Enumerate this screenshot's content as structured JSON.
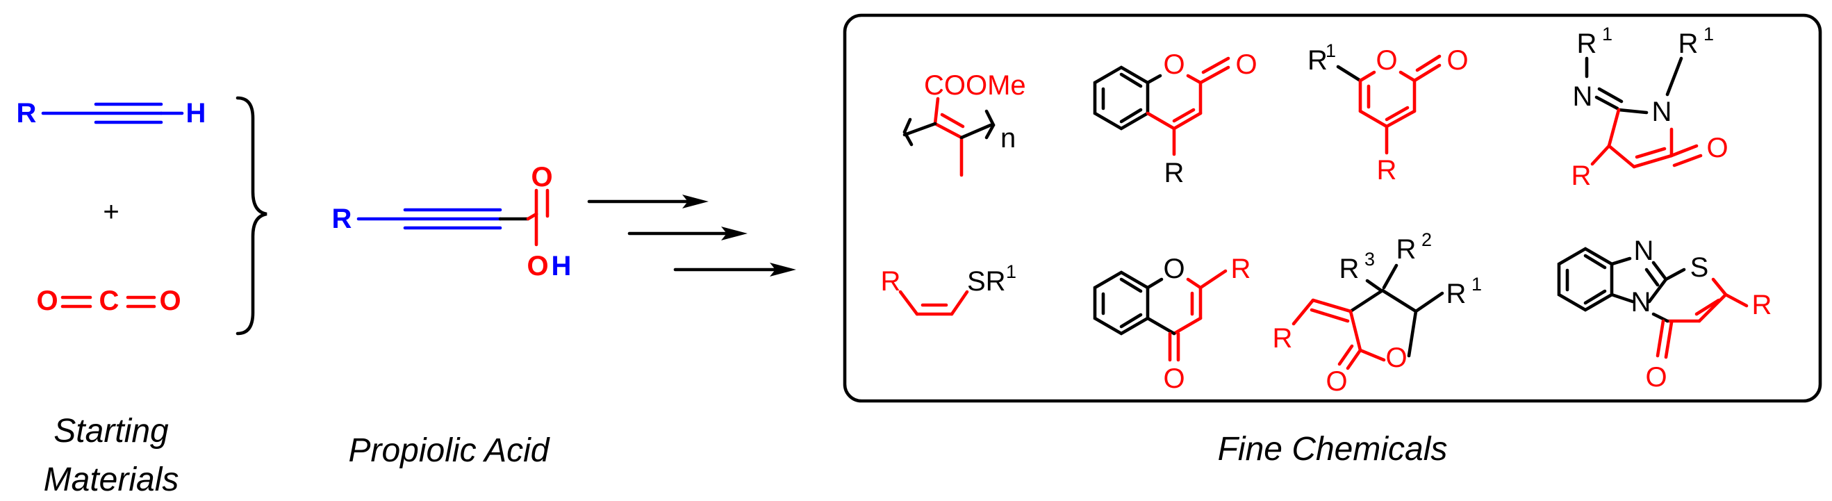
{
  "colors": {
    "reagent_blue": "#0000ff",
    "highlight_red": "#ff0000",
    "ink": "#000000"
  },
  "starting_materials": {
    "alkyne": {
      "r": "R",
      "h": "H"
    },
    "plus": "+",
    "co2": {
      "o1": "O",
      "c": "C",
      "o2": "O"
    }
  },
  "propiolic_acid": {
    "r": "R",
    "o_carbonyl": "O",
    "oh_o": "O",
    "oh_h": "H"
  },
  "products": {
    "polymer": {
      "ester": "COOMe",
      "subscript": "n"
    },
    "coumarin": {
      "ring_o": "O",
      "carbonyl_o": "O",
      "r": "R"
    },
    "pyranone": {
      "r1": "R",
      "r1_sup": "1",
      "ring_o": "O",
      "carbonyl_o": "O",
      "r": "R"
    },
    "pyrrolone": {
      "r1_top": "R",
      "r1_top_sup": "1",
      "r1_n": "R",
      "r1_n_sup": "1",
      "imine_n": "N",
      "ring_n": "N",
      "carbonyl_o": "O",
      "r": "R"
    },
    "vinyl_sulfide": {
      "r": "R",
      "sr": "SR",
      "sup": "1"
    },
    "chromone": {
      "ring_o": "O",
      "r": "R",
      "carbonyl_o": "O"
    },
    "lactone": {
      "r3": "R",
      "r3_sup": "3",
      "r2": "R",
      "r2_sup": "2",
      "r1": "R",
      "r1_sup": "1",
      "r": "R",
      "ring_o": "O",
      "carbonyl_o": "O"
    },
    "benzimidazothiazinone": {
      "n_top": "N",
      "s": "S",
      "n_bottom": "N",
      "r": "R",
      "carbonyl_o": "O"
    }
  },
  "captions": {
    "starting_line1": "Starting",
    "starting_line2": "Materials",
    "propiolic": "Propiolic Acid",
    "fine": "Fine Chemicals"
  }
}
